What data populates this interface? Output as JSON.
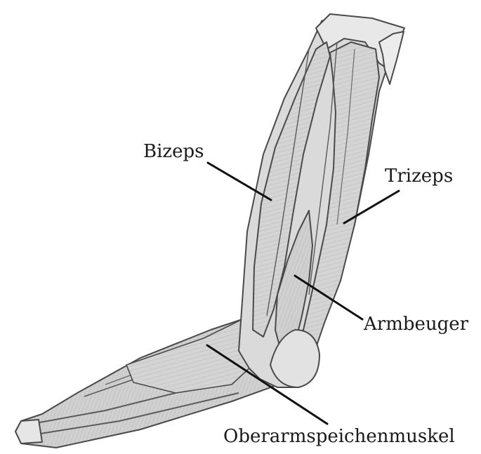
{
  "diagram": {
    "labels": {
      "biceps": "Bizeps",
      "triceps": "Trizeps",
      "brachialis": "Armbeuger",
      "brachioradialis": "Oberarmspeichenmuskel"
    }
  },
  "colors": {
    "muscle_fill": "#d2d2d2",
    "muscle_shade": "#b5b5b5",
    "outline": "#4a4a4a",
    "leader_line": "#111111"
  }
}
